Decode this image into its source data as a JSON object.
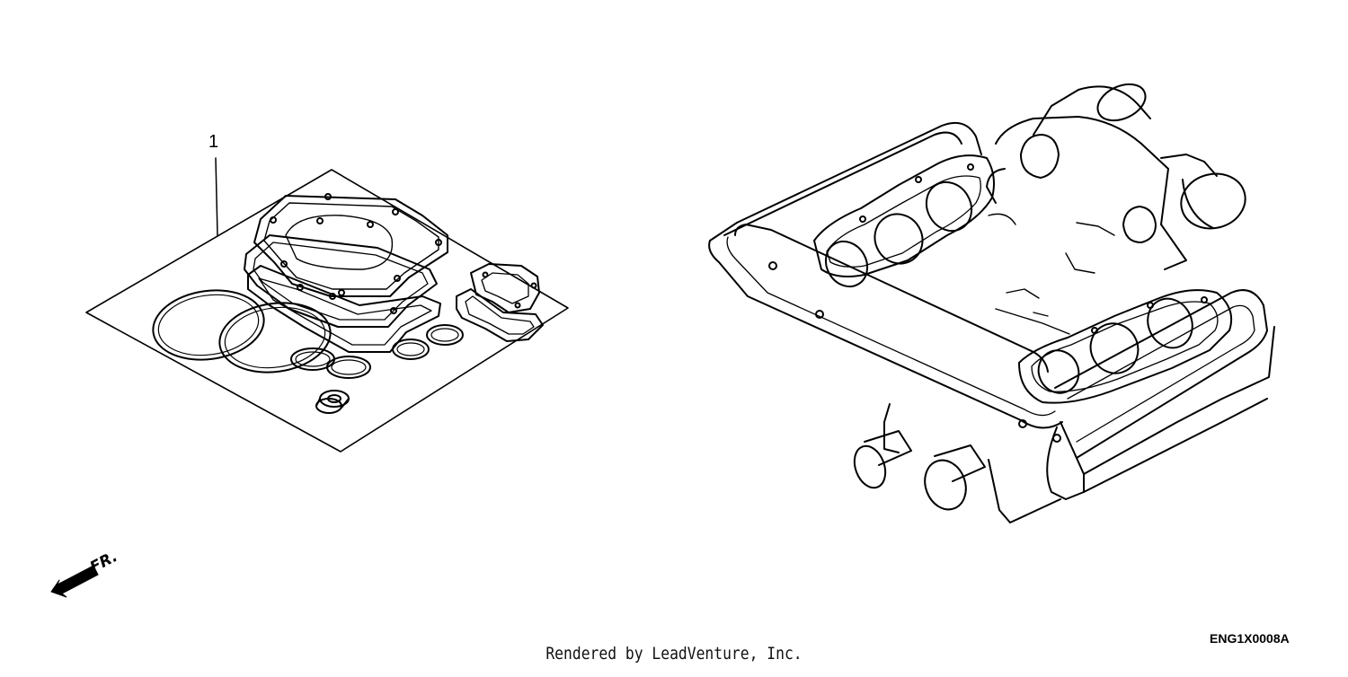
{
  "diagram": {
    "callout_number": "1",
    "front_indicator": "FR.",
    "diagram_code": "ENG1X0008A"
  },
  "footer": {
    "credit": "Rendered by LeadVenture, Inc."
  },
  "icons": {
    "front_arrow": "arrow-left-icon"
  }
}
